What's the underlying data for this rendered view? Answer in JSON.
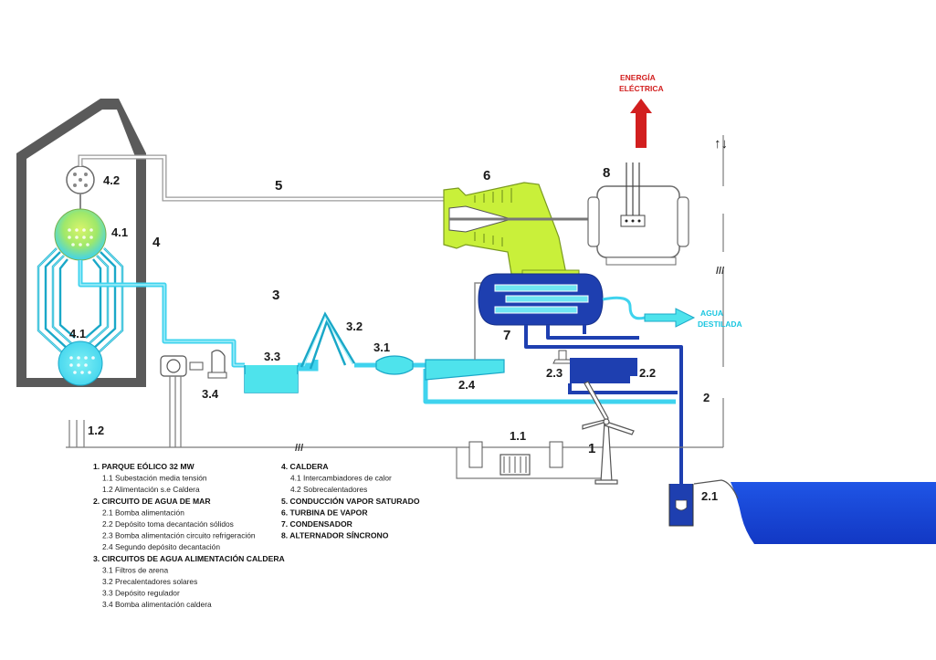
{
  "labels": {
    "n1": "1",
    "n1_1": "1.1",
    "n1_2": "1.2",
    "n2": "2",
    "n2_1": "2.1",
    "n2_2": "2.2",
    "n2_3": "2.3",
    "n2_4": "2.4",
    "n3": "3",
    "n3_1": "3.1",
    "n3_2": "3.2",
    "n3_3": "3.3",
    "n3_4": "3.4",
    "n4": "4",
    "n4_1_top": "4.1",
    "n4_1_bottom": "4.1",
    "n4_2": "4.2",
    "n5": "5",
    "n6": "6",
    "n7": "7",
    "n8": "8",
    "energia_line1": "ENERGÍA",
    "energia_line2": "ELÉCTRICA",
    "agua_line1": "AGUA",
    "agua_line2": "DESTILADA",
    "arrows_updown": "↑↓",
    "break_mark": "///"
  },
  "legend_left": [
    {
      "text": "1. PARQUE EÓLICO 32 MW",
      "level": 0
    },
    {
      "text": "1.1 Subestación media tensión",
      "level": 1
    },
    {
      "text": "1.2 Alimentación s.e Caldera",
      "level": 1
    },
    {
      "text": "2. CIRCUITO DE AGUA DE MAR",
      "level": 0
    },
    {
      "text": "2.1 Bomba alimentación",
      "level": 1
    },
    {
      "text": "2.2 Depósito toma decantación sólidos",
      "level": 1
    },
    {
      "text": "2.3 Bomba alimentación circuito refrigeración",
      "level": 1
    },
    {
      "text": "2.4 Segundo depósito decantación",
      "level": 1
    },
    {
      "text": "3. CIRCUITOS DE AGUA ALIMENTACIÓN CALDERA",
      "level": 0
    },
    {
      "text": "3.1 Filtros de arena",
      "level": 1
    },
    {
      "text": "3.2 Precalentadores solares",
      "level": 1
    },
    {
      "text": "3.3 Depósito regulador",
      "level": 1
    },
    {
      "text": "3.4 Bomba alimentación caldera",
      "level": 1
    }
  ],
  "legend_right": [
    {
      "text": "4. CALDERA",
      "level": 0
    },
    {
      "text": "4.1 Intercambiadores de calor",
      "level": 1
    },
    {
      "text": "4.2 Sobrecalentadores",
      "level": 1
    },
    {
      "text": "5. CONDUCCIÓN VAPOR SATURADO",
      "level": 0
    },
    {
      "text": "6. TURBINA DE VAPOR",
      "level": 0
    },
    {
      "text": "7. CONDENSADOR",
      "level": 0
    },
    {
      "text": "8. ALTERNADOR SÍNCRONO",
      "level": 0
    }
  ],
  "colors": {
    "boiler_frame": "#5a5a5a",
    "cyan_pipe": "#3fd3ee",
    "cyan_fill": "#4ee3ec",
    "lime": "#c9f03a",
    "navy": "#1e3fb0",
    "red": "#d21f1f",
    "sea": "#1b49d8"
  },
  "icons": [
    "wind-turbine-icon",
    "transformer-icon",
    "pump-icon",
    "alternator-icon",
    "steam-turbine-icon",
    "condenser-icon"
  ]
}
